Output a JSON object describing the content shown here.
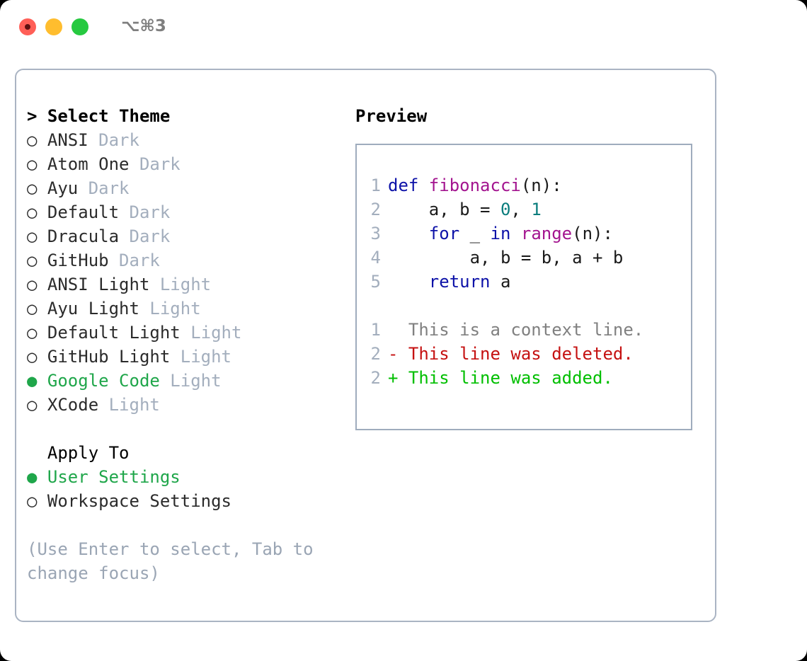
{
  "titlebar": {
    "traffic_lights": [
      {
        "name": "close",
        "color": "#ff5f57"
      },
      {
        "name": "minimize",
        "color": "#ffbd2e"
      },
      {
        "name": "maximize",
        "color": "#26c940"
      }
    ],
    "shortcut": "⌥⌘3"
  },
  "theme_panel": {
    "header": "> Select Theme",
    "themes": [
      {
        "bullet": "○",
        "name": "ANSI",
        "variant": "Dark",
        "selected": false
      },
      {
        "bullet": "○",
        "name": "Atom One",
        "variant": "Dark",
        "selected": false
      },
      {
        "bullet": "○",
        "name": "Ayu",
        "variant": "Dark",
        "selected": false
      },
      {
        "bullet": "○",
        "name": "Default",
        "variant": "Dark",
        "selected": false
      },
      {
        "bullet": "○",
        "name": "Dracula",
        "variant": "Dark",
        "selected": false
      },
      {
        "bullet": "○",
        "name": "GitHub",
        "variant": "Dark",
        "selected": false
      },
      {
        "bullet": "○",
        "name": "ANSI Light",
        "variant": "Light",
        "selected": false
      },
      {
        "bullet": "○",
        "name": "Ayu Light",
        "variant": "Light",
        "selected": false
      },
      {
        "bullet": "○",
        "name": "Default Light",
        "variant": "Light",
        "selected": false
      },
      {
        "bullet": "○",
        "name": "GitHub Light",
        "variant": "Light",
        "selected": false
      },
      {
        "bullet": "●",
        "name": "Google Code",
        "variant": "Light",
        "selected": true
      },
      {
        "bullet": "○",
        "name": "XCode",
        "variant": "Light",
        "selected": false
      }
    ],
    "apply_to": {
      "header": "  Apply To",
      "options": [
        {
          "bullet": "●",
          "name": "User Settings",
          "selected": true
        },
        {
          "bullet": "○",
          "name": "Workspace Settings",
          "selected": false
        }
      ]
    },
    "hint": "(Use Enter to select, Tab to change focus)"
  },
  "preview": {
    "title": "Preview",
    "code_lines": [
      {
        "num": "1",
        "segments": [
          {
            "text": "def ",
            "kind": "kw"
          },
          {
            "text": "fibonacci",
            "kind": "fn"
          },
          {
            "text": "(n):",
            "kind": "punc"
          }
        ]
      },
      {
        "num": "2",
        "segments": [
          {
            "text": "    a, b = ",
            "kind": "plain"
          },
          {
            "text": "0",
            "kind": "num"
          },
          {
            "text": ", ",
            "kind": "plain"
          },
          {
            "text": "1",
            "kind": "num"
          }
        ]
      },
      {
        "num": "3",
        "segments": [
          {
            "text": "    ",
            "kind": "plain"
          },
          {
            "text": "for",
            "kind": "kw"
          },
          {
            "text": " _ ",
            "kind": "plain"
          },
          {
            "text": "in",
            "kind": "kw"
          },
          {
            "text": " ",
            "kind": "plain"
          },
          {
            "text": "range",
            "kind": "fn"
          },
          {
            "text": "(n):",
            "kind": "punc"
          }
        ]
      },
      {
        "num": "4",
        "segments": [
          {
            "text": "        a, b = b, a + b",
            "kind": "plain"
          }
        ]
      },
      {
        "num": "5",
        "segments": [
          {
            "text": "    ",
            "kind": "plain"
          },
          {
            "text": "return",
            "kind": "kw"
          },
          {
            "text": " a",
            "kind": "plain"
          }
        ]
      }
    ],
    "diff_lines": [
      {
        "num": "1",
        "marker": "  ",
        "text": "This is a context line.",
        "kind": "context"
      },
      {
        "num": "2",
        "marker": "- ",
        "text": "This line was deleted.",
        "kind": "deleted"
      },
      {
        "num": "2",
        "marker": "+ ",
        "text": "This line was added.",
        "kind": "added"
      }
    ]
  },
  "colors": {
    "accent_green": "#1fa64a",
    "muted": "#a3aebd",
    "hint": "#9aa5b4",
    "border": "#aab4c3",
    "keyword": "#0d12a8",
    "function": "#a3148f",
    "number": "#0b7d7d",
    "diff_context": "#808080",
    "diff_deleted": "#c51111",
    "diff_added": "#00bf00"
  }
}
